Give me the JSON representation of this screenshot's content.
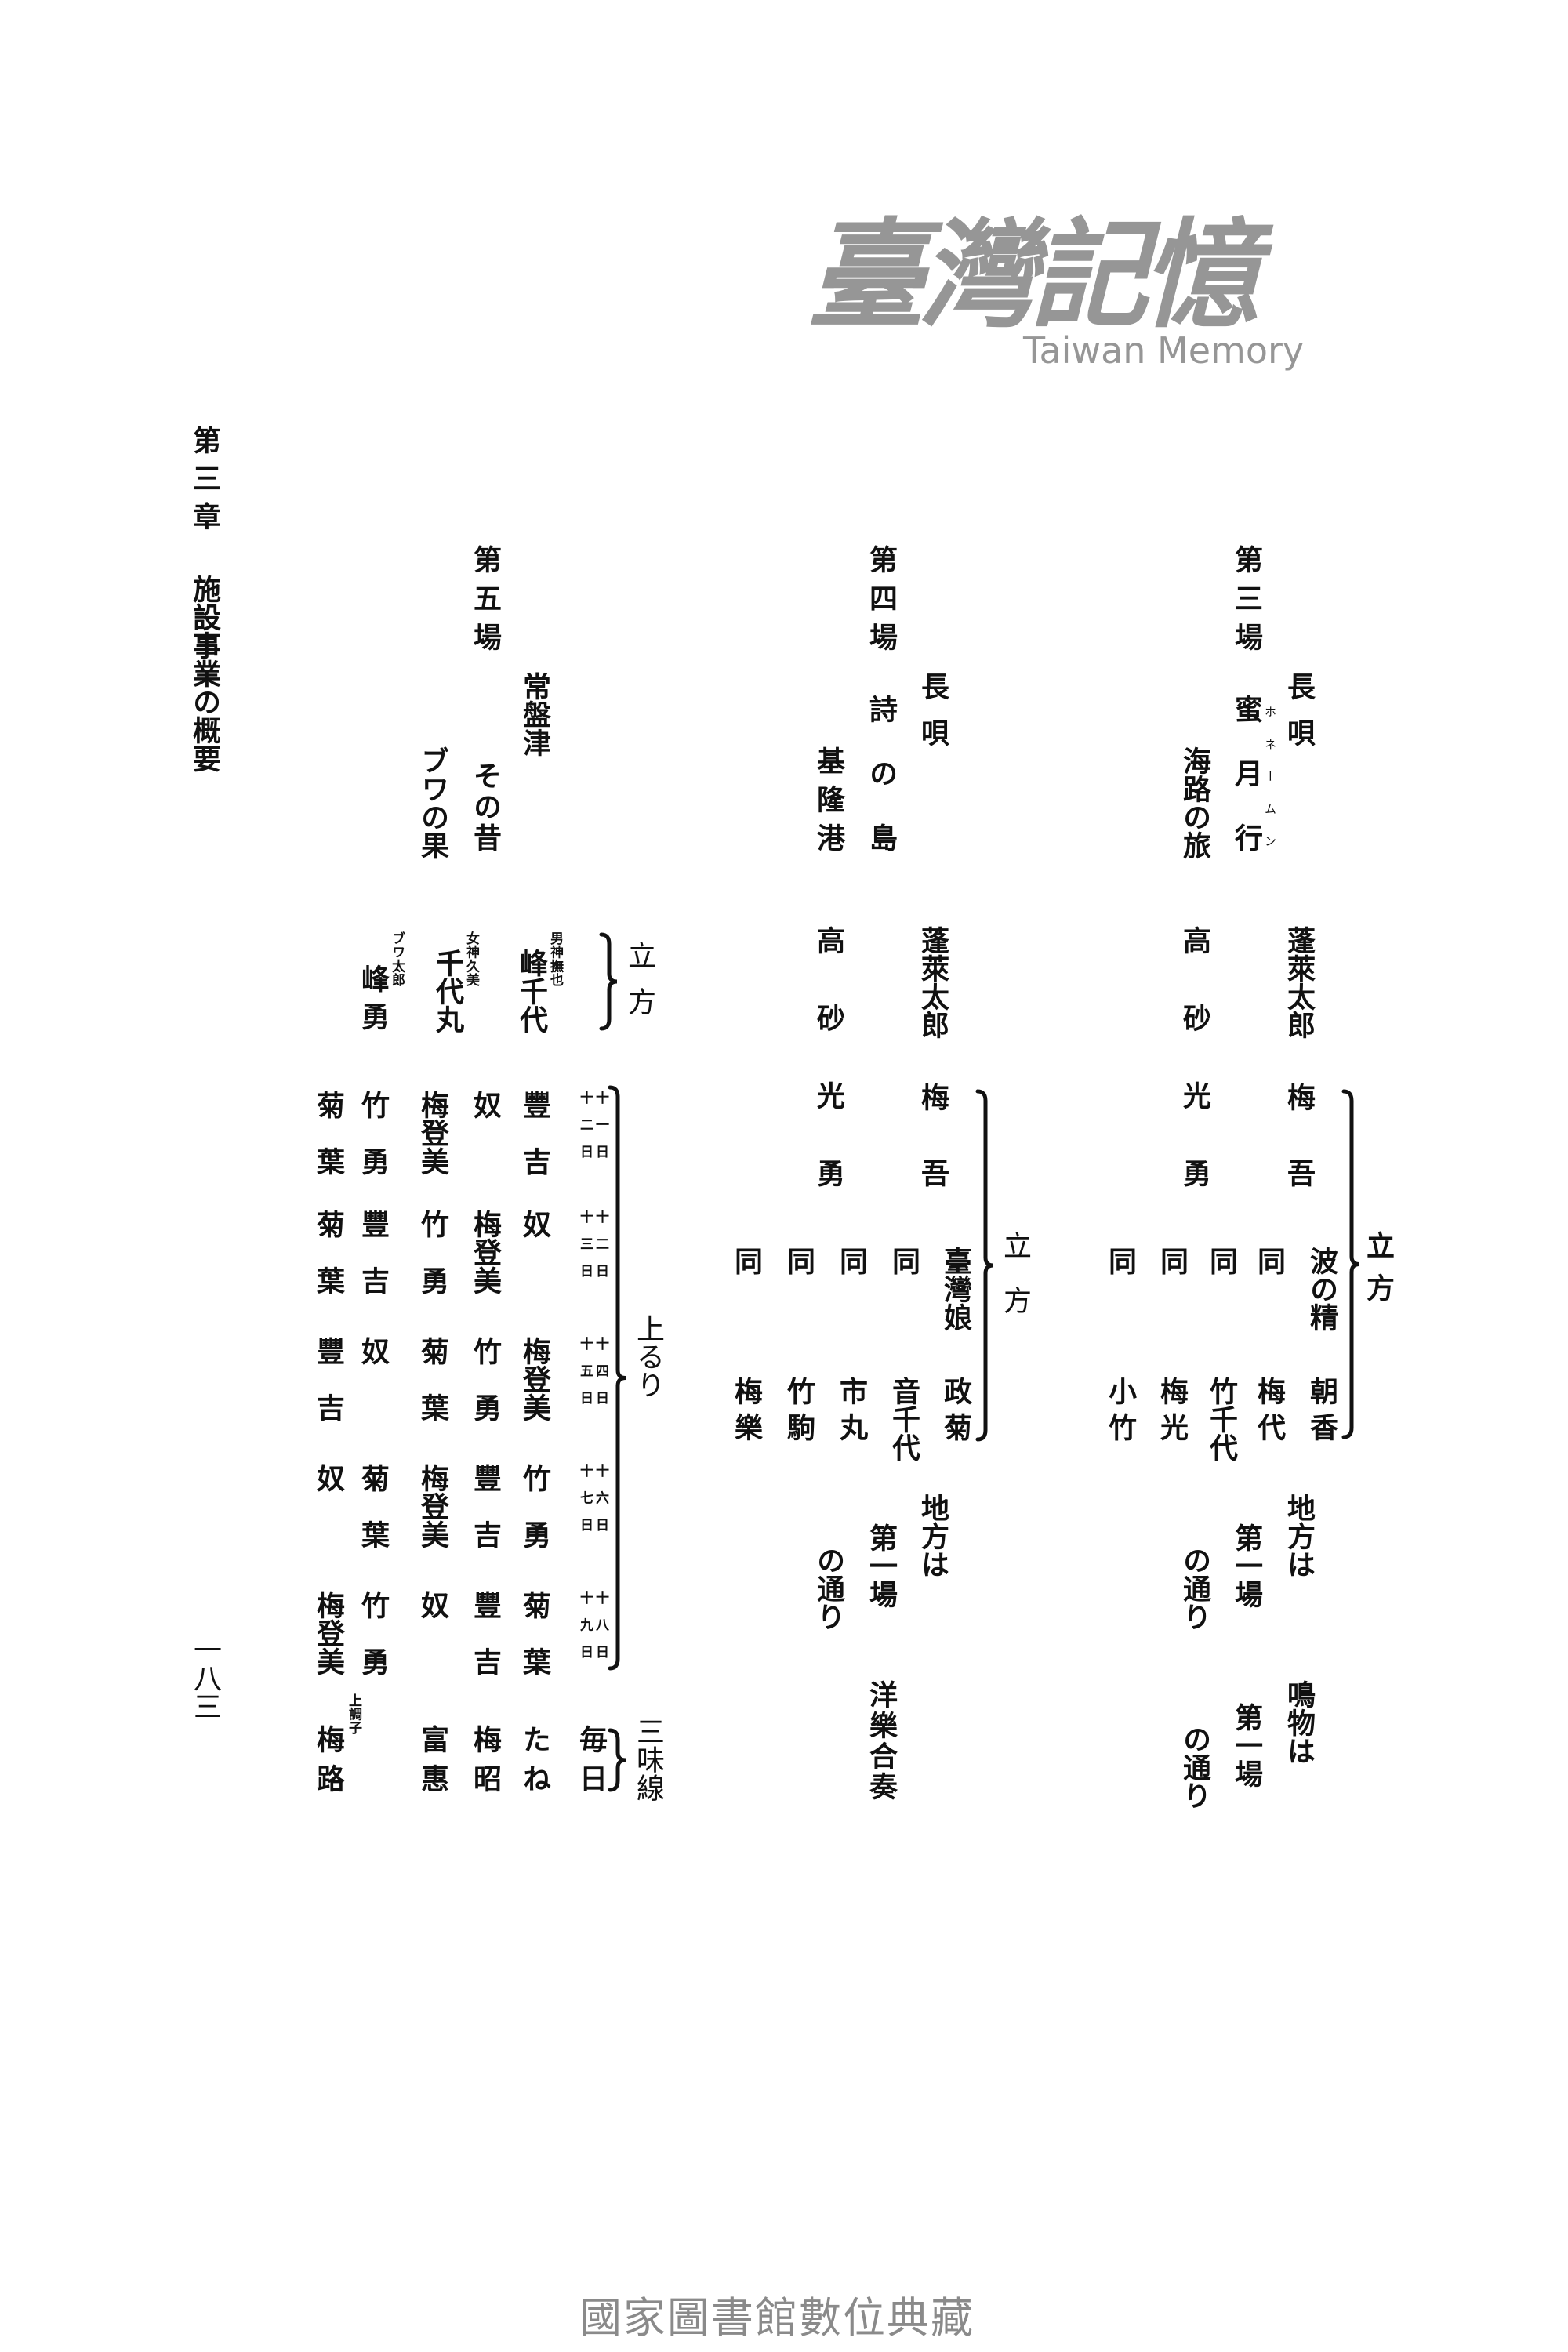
{
  "header": {
    "chapter": "第三章",
    "title": "施設事業の概要",
    "page_number": "一八三"
  },
  "scene3": {
    "heading": "第三場",
    "genre": "長唄",
    "piece": "蜜月行",
    "piece_ruby": "ホネームン",
    "subtitle": "海路の旅",
    "author": "蓬萊太郎",
    "composer": "高砂光勇",
    "choreo": "梅吾",
    "tachikata_label": "立方",
    "roles": [
      {
        "role": "波の精",
        "performer": "朝香"
      },
      {
        "role": "同",
        "performer": "梅代"
      },
      {
        "role": "同",
        "performer": "竹千代"
      },
      {
        "role": "同",
        "performer": "梅光"
      },
      {
        "role": "同",
        "performer": "小竹"
      }
    ],
    "jikata_label": "地方は",
    "jikata_scene": "第一場",
    "jikata_same": "の通り",
    "narimono_label": "鳴物は",
    "narimono_scene": "第一場",
    "narimono_same": "の通り"
  },
  "scene4": {
    "heading": "第四場",
    "genre": "長唄",
    "piece": "詩の島",
    "subtitle": "基隆港",
    "author": "蓬萊太郎",
    "composer": "高砂光勇",
    "choreo": "梅吾",
    "tachikata_label": "立方",
    "roles": [
      {
        "role": "臺灣娘",
        "performer": "政菊"
      },
      {
        "role": "同",
        "performer": "音千代"
      },
      {
        "role": "同",
        "performer": "市丸"
      },
      {
        "role": "同",
        "performer": "竹駒"
      },
      {
        "role": "同",
        "performer": "梅樂"
      }
    ],
    "jikata_label": "地方は",
    "jikata_scene": "第一場",
    "jikata_same": "の通り",
    "music": "洋樂合奏"
  },
  "scene5": {
    "heading": "第五場",
    "genre": "常盤津",
    "piece": "その昔",
    "subtitle": "ブワの果",
    "tachikata_label": "立方",
    "cast": [
      {
        "role": "男神撫也",
        "performer": "峰千代"
      },
      {
        "role": "女神久美",
        "performer": "千代丸"
      },
      {
        "role": "ブワ太郎",
        "performer": "峰勇"
      }
    ],
    "joruri_label": "上るり",
    "joruri_rows": [
      {
        "date_a": "十一日",
        "date_b": "十二日",
        "names": [
          "豐吉",
          "奴",
          "梅登美",
          "竹勇",
          "菊葉"
        ]
      },
      {
        "date_a": "十二日",
        "date_b": "十三日",
        "names": [
          "奴",
          "梅登美",
          "竹勇",
          "豐吉",
          "菊葉"
        ]
      },
      {
        "date_a": "十四日",
        "date_b": "十五日",
        "names": [
          "梅登美",
          "竹勇",
          "菊葉",
          "奴",
          "豐吉"
        ]
      },
      {
        "date_a": "十六日",
        "date_b": "十七日",
        "names": [
          "竹勇",
          "豐吉",
          "梅登美",
          "菊葉",
          "奴"
        ]
      },
      {
        "date_a": "十八日",
        "date_b": "十九日",
        "names": [
          "菊葉",
          "豐吉",
          "奴",
          "竹勇",
          "梅登美"
        ]
      }
    ],
    "shamisen_label": "三味線",
    "shamisen_when": "毎日",
    "shamisen_names": [
      "たね",
      "梅昭",
      "富惠",
      "梅路"
    ],
    "uwajoshi_note": "上調子"
  },
  "watermark": {
    "kanji": "臺灣記憶",
    "latin": "Taiwan Memory"
  },
  "footer": {
    "text": "國家圖書館數位典藏"
  }
}
